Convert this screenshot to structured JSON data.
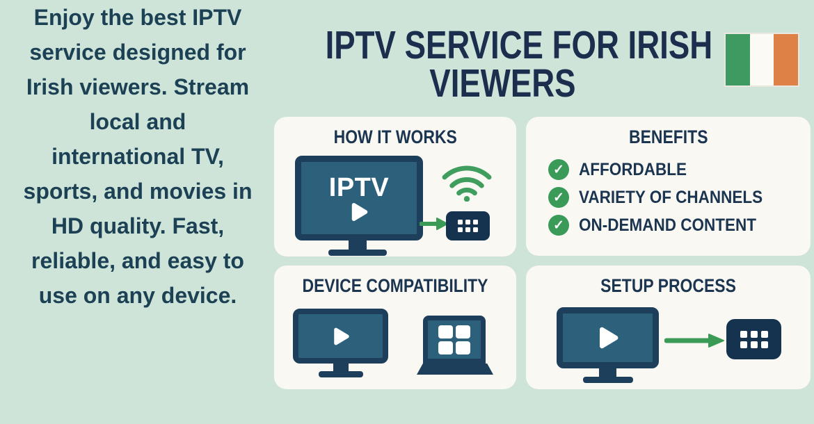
{
  "colors": {
    "background": "#cfe4d9",
    "card": "#f9f8f3",
    "text_navy": "#1c4154",
    "title_navy": "#1b2e4e",
    "icon_navy": "#1e3f5c",
    "screen_teal": "#2d617b",
    "box_navy": "#15334e",
    "accent_green": "#3b9a56",
    "flag_green": "#3f9a61",
    "flag_white": "#fbfaf4",
    "flag_orange": "#dd8147"
  },
  "intro": {
    "lines": [
      "Enjoy the best IPTV",
      "service designed for",
      "Irish viewers. Stream",
      "local and",
      "international TV,",
      "sports, and movies in",
      "HD quality. Fast,",
      "reliable, and easy to",
      "use on any device."
    ]
  },
  "header": {
    "title_line1": "IPTV SERVICE FOR IRISH",
    "title_line2": "VIEWERS"
  },
  "cards": {
    "how_it_works": {
      "title": "HOW IT WORKS",
      "tv_label": "IPTV"
    },
    "benefits": {
      "title": "BENEFITS",
      "items": [
        "AFFORDABLE",
        "VARIETY OF CHANNELS",
        "ON-DEMAND CONTENT"
      ]
    },
    "device_compatibility": {
      "title": "DEVICE COMPATIBILITY"
    },
    "setup_process": {
      "title": "SETUP PROCESS"
    }
  },
  "icons": {
    "check": "✓"
  }
}
